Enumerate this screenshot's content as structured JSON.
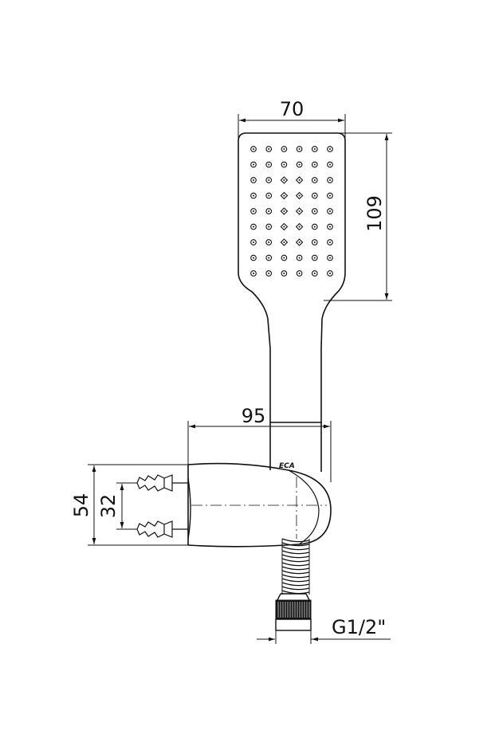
{
  "dimensions": {
    "width_70": "70",
    "height_109": "109",
    "depth_95": "95",
    "spacing_54": "54",
    "spacing_32": "32",
    "thread": "G1/2\""
  },
  "logo": "ECA",
  "nozzle_grid": {
    "rows": 9,
    "cols": 6
  }
}
